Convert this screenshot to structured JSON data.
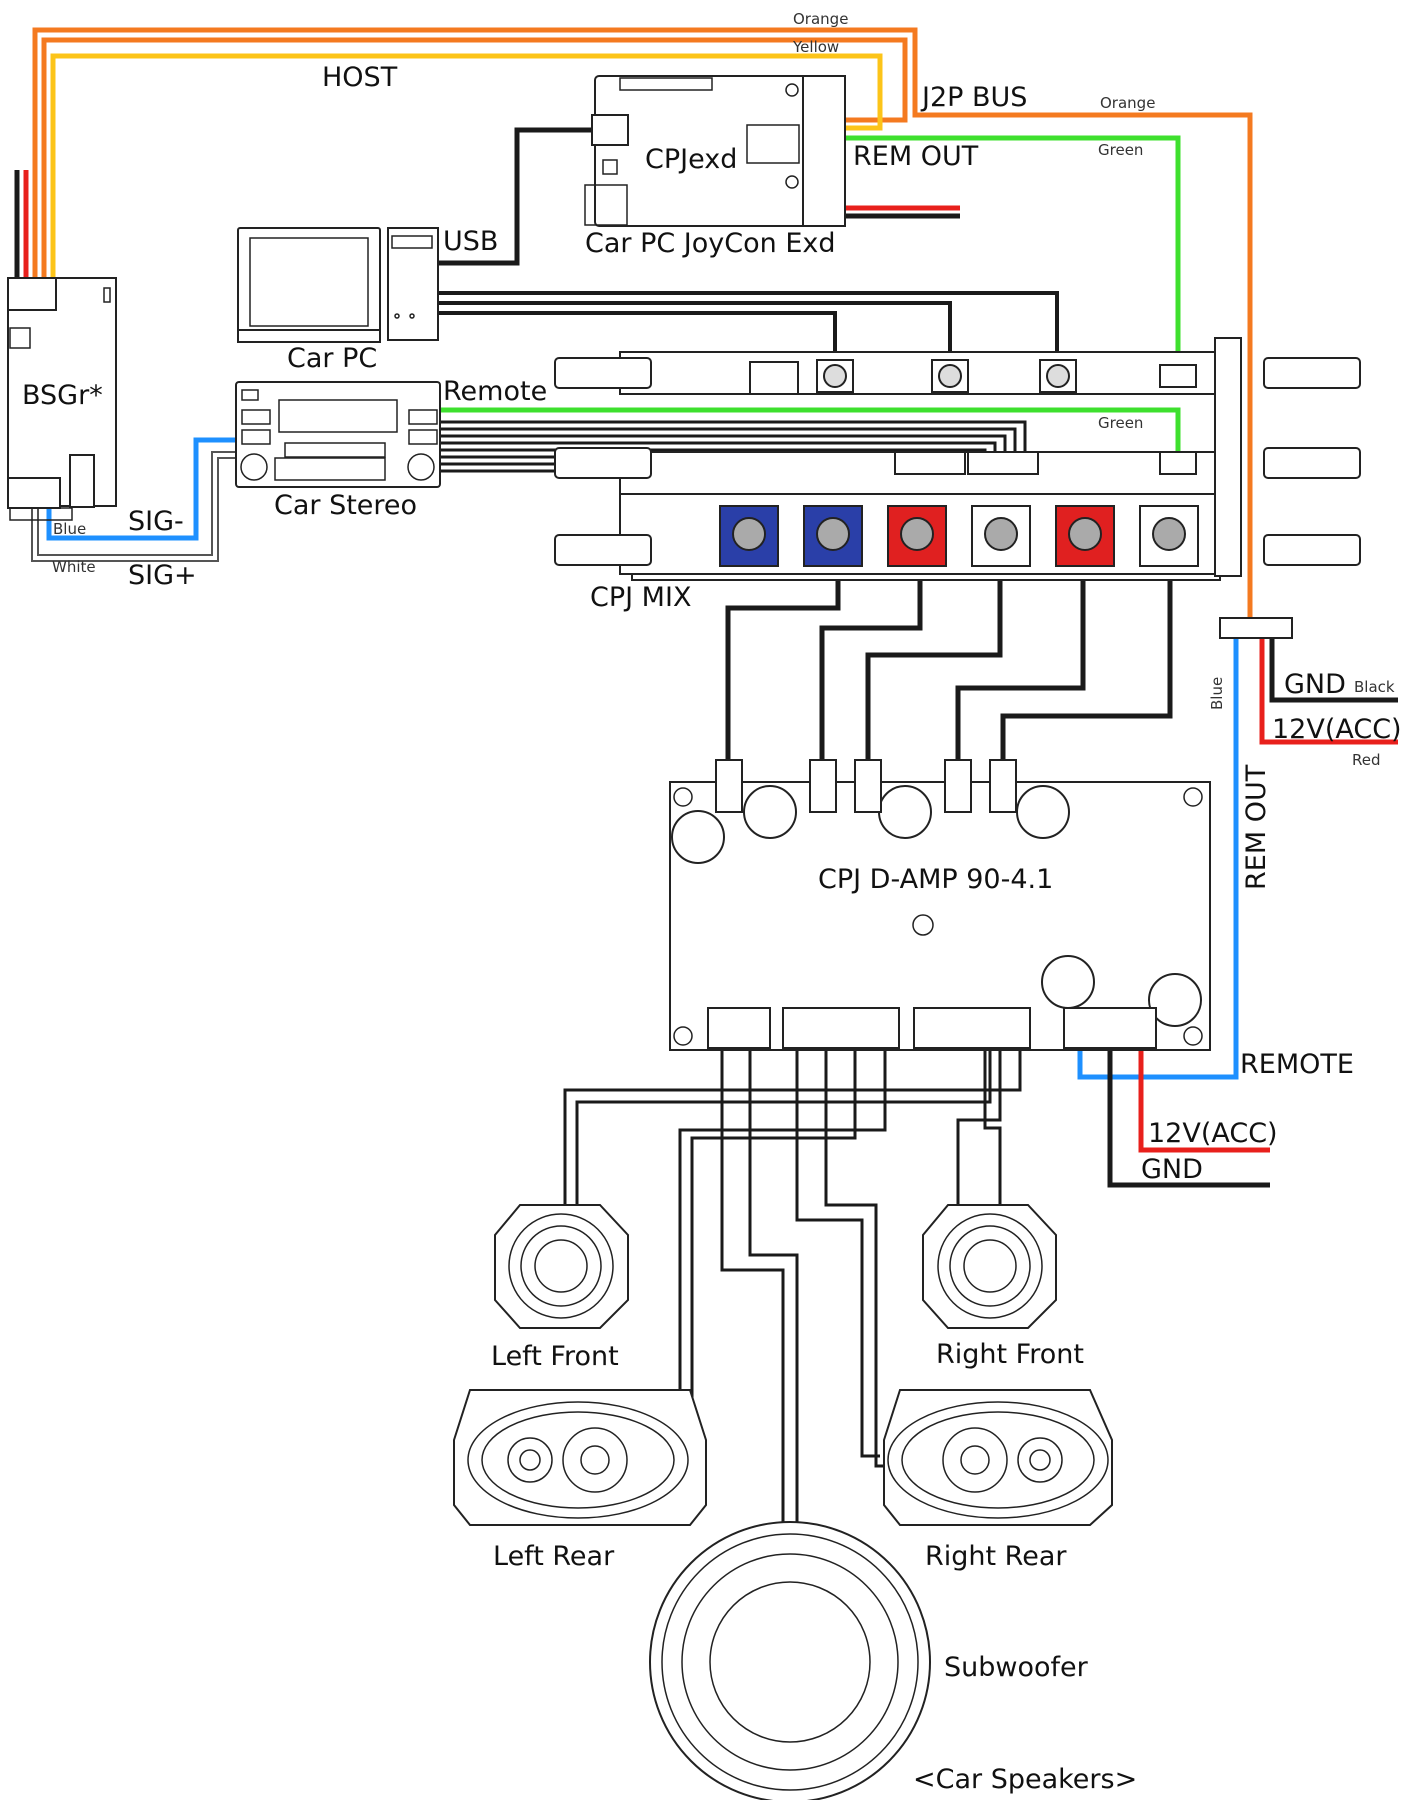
{
  "colors": {
    "orange": "#f47a20",
    "yellow": "#fcc419",
    "green": "#3ee02e",
    "blue": "#1e90ff",
    "red": "#e8201c",
    "black": "#1a1a1a",
    "rca_blue": "#2a3fa8",
    "rca_red": "#e02020"
  },
  "wire_labels": {
    "orange_top": "Orange",
    "yellow_top": "Yellow",
    "orange_right": "Orange",
    "green_rem": "Green",
    "green_remote": "Green",
    "blue_bsgr": "Blue",
    "white_bsgr": "White",
    "blue_amp": "Blue",
    "black_gnd": "Black",
    "red_12v": "Red"
  },
  "signal_labels": {
    "host": "HOST",
    "j2p_bus": "J2P BUS",
    "rem_out_top": "REM OUT",
    "usb": "USB",
    "remote": "Remote",
    "sig_minus": "SIG-",
    "sig_plus": "SIG+",
    "gnd_top": "GND",
    "v12_top": "12V(ACC)",
    "rem_out_side": "REM OUT",
    "remote_amp": "REMOTE",
    "v12_amp": "12V(ACC)",
    "gnd_amp": "GND"
  },
  "devices": {
    "cpjexd": "CPJexd",
    "cpjexd_caption": "Car PC JoyCon Exd",
    "car_pc": "Car PC",
    "bsgr": "BSGr*",
    "car_stereo": "Car Stereo",
    "cpj_mix": "CPJ MIX",
    "amp": "CPJ D-AMP 90-4.1"
  },
  "speakers": {
    "left_front": "Left Front",
    "right_front": "Right Front",
    "left_rear": "Left Rear",
    "right_rear": "Right Rear",
    "subwoofer": "Subwoofer",
    "caption": "<Car Speakers>"
  }
}
